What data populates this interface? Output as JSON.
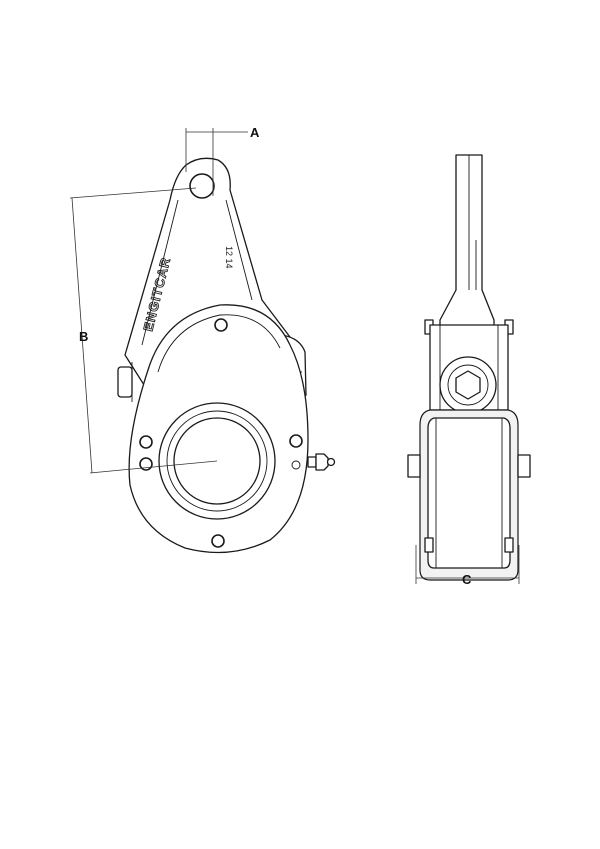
{
  "dimensions": {
    "a_label": "A",
    "b_label": "B",
    "c_label": "C"
  },
  "markings": {
    "brand_text": "ENGITCAR",
    "stamp_text": "12 14"
  }
}
